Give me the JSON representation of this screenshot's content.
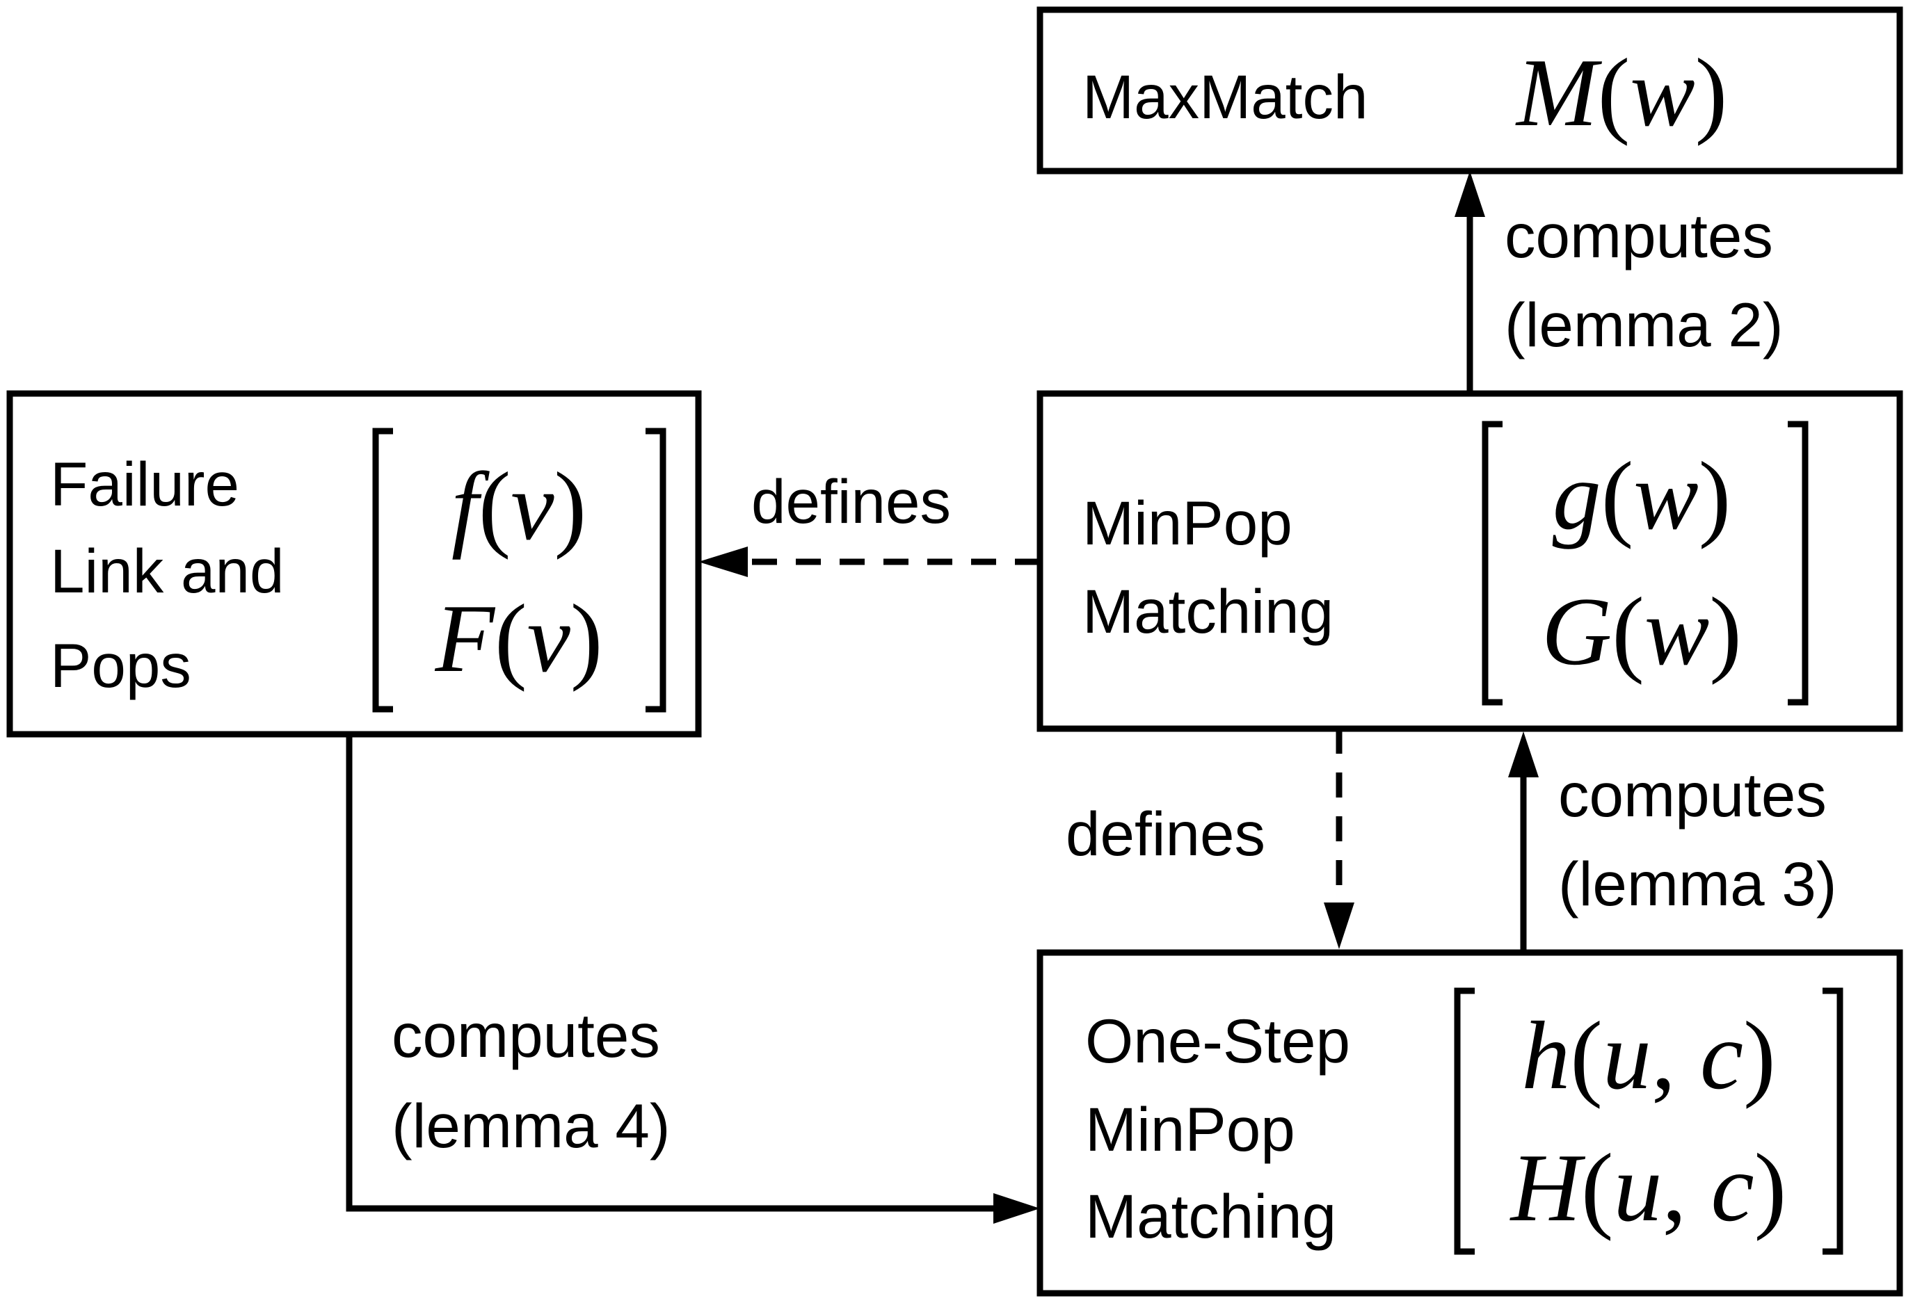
{
  "nodes": {
    "maxmatch": {
      "text": "MaxMatch",
      "math": "M(w)"
    },
    "failure": {
      "lines": [
        "Failure",
        "Link and",
        "Pops"
      ],
      "math": [
        "f(v)",
        "F(v)"
      ]
    },
    "minpop": {
      "lines": [
        "MinPop",
        "Matching"
      ],
      "math": [
        "g(w)",
        "G(w)"
      ]
    },
    "onestep": {
      "lines": [
        "One-Step",
        "MinPop",
        "Matching"
      ],
      "math": [
        "h(u, c)",
        "H(u, c)"
      ]
    }
  },
  "edges": {
    "minpop_to_maxmatch": {
      "style": "solid",
      "lines": [
        "computes",
        "(lemma 2)"
      ]
    },
    "minpop_to_failure": {
      "style": "dashed",
      "lines": [
        "defines"
      ]
    },
    "minpop_to_onestep": {
      "style": "dashed",
      "lines": [
        "defines"
      ]
    },
    "onestep_to_minpop": {
      "style": "solid",
      "lines": [
        "computes",
        "(lemma 3)"
      ]
    },
    "failure_to_onestep": {
      "style": "solid",
      "lines": [
        "computes",
        "(lemma 4)"
      ]
    }
  }
}
